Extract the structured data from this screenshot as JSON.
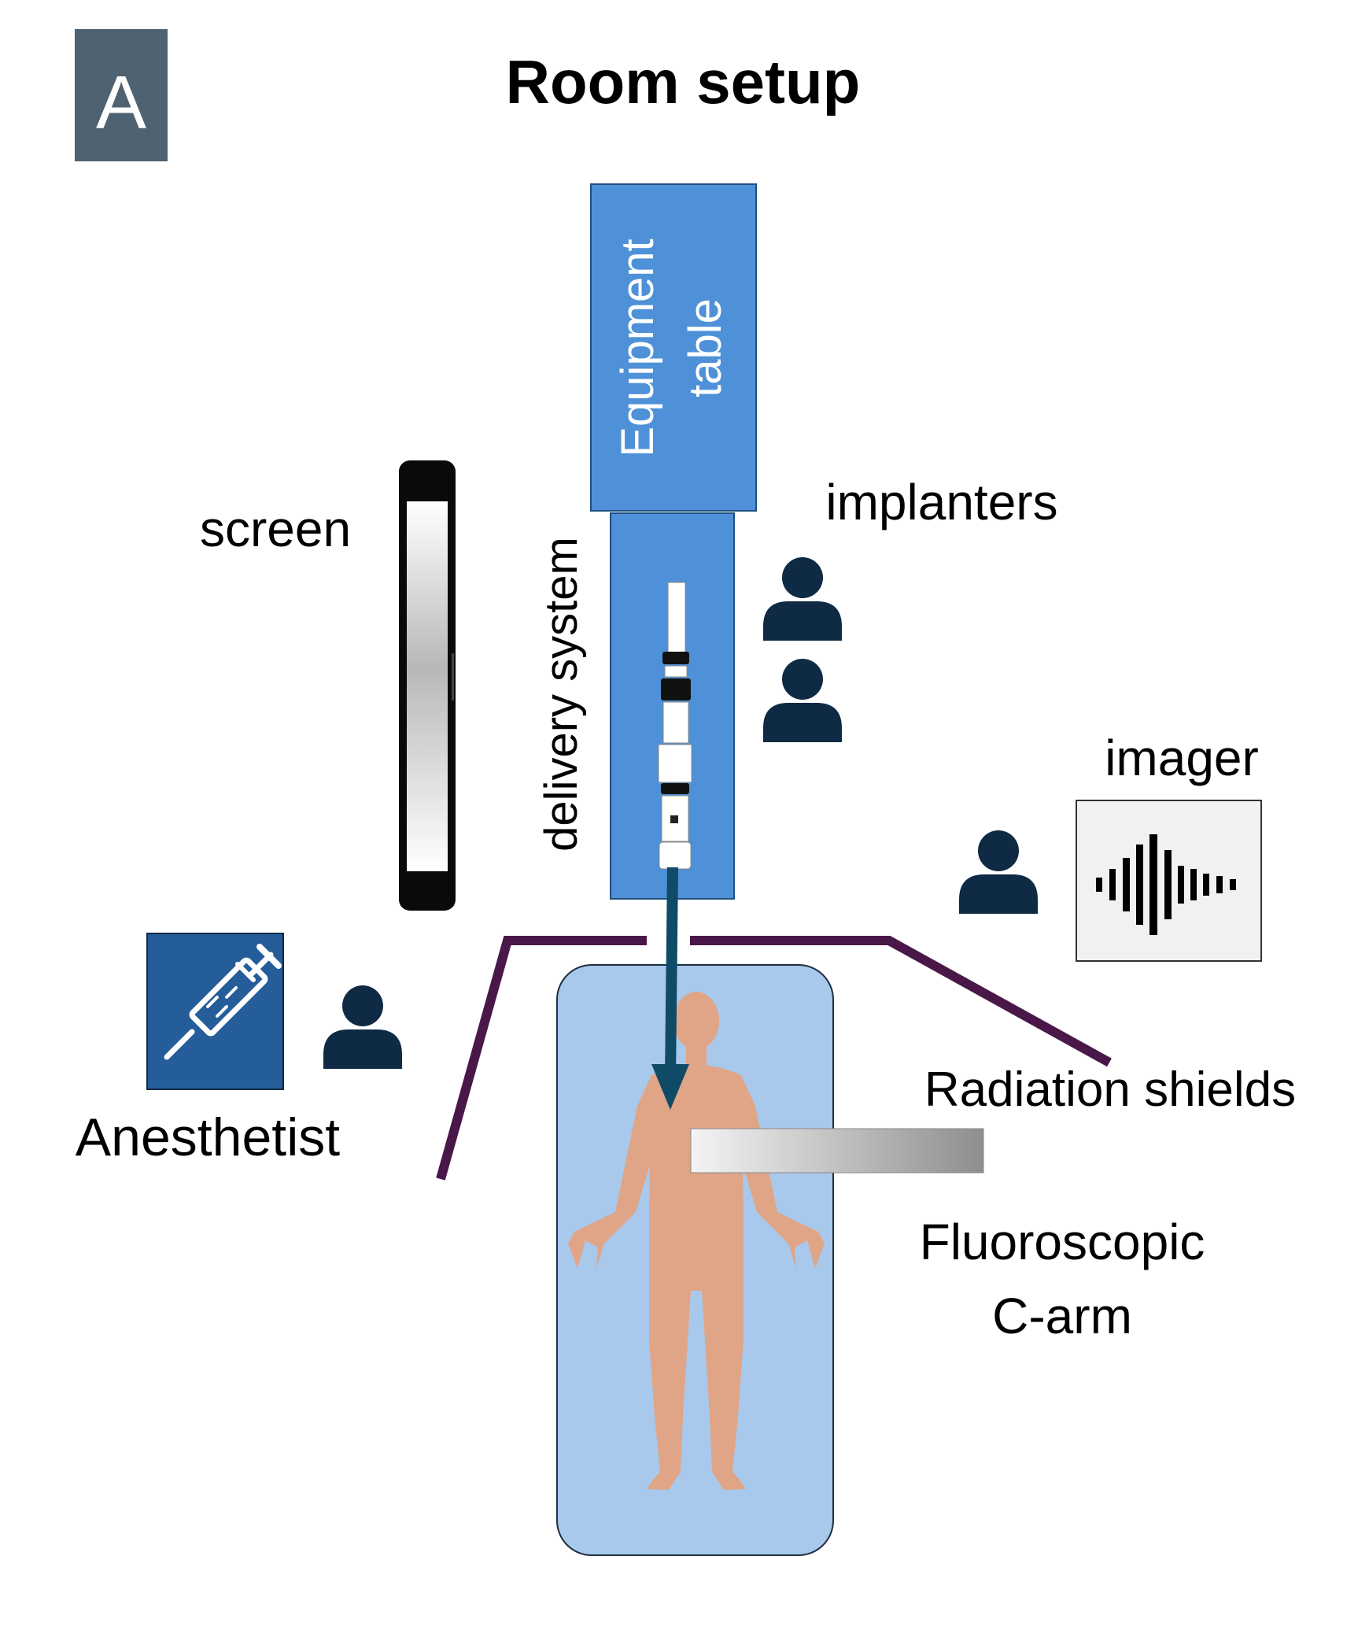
{
  "panel": {
    "letter": "A"
  },
  "title": "Room setup",
  "labels": {
    "equipment_table_line1": "Equipment",
    "equipment_table_line2": "table",
    "delivery_system": "delivery system",
    "screen": "screen",
    "implanters": "implanters",
    "imager": "imager",
    "anesthetist": "Anesthetist",
    "radiation_shields": "Radiation shields",
    "c_arm_line1": "Fluoroscopic",
    "c_arm_line2": "C-arm"
  },
  "icons": {
    "persons": [
      "person-icon",
      "person-icon",
      "person-icon",
      "person-icon"
    ],
    "syringe": "syringe-icon",
    "ultrasound": "soundwave-icon",
    "monitor": "monitor-icon",
    "body": "human-body-icon",
    "arrow": "arrow-down-icon"
  },
  "colors": {
    "panel_badge": "#4f6272",
    "equipment_table": "#4f91d8",
    "patient_table": "#a8c9ec",
    "person": "#0f2a44",
    "shield": "#4a1848",
    "anesthesia_box": "#245d9a",
    "body": "#e0a587",
    "arrow": "#0f4a66"
  }
}
